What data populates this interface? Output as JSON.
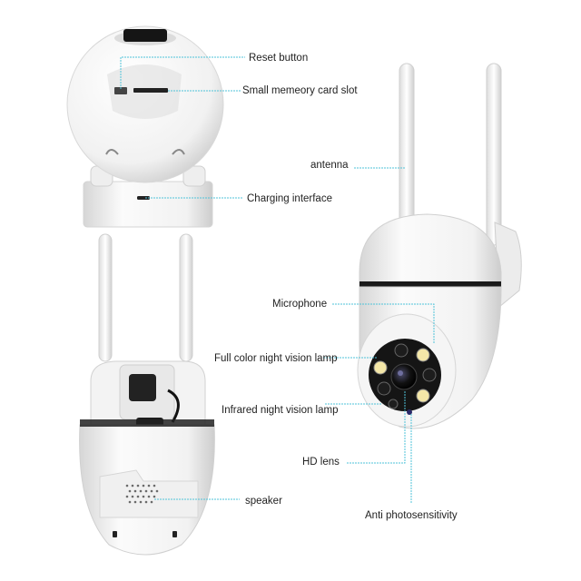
{
  "callouts": {
    "reset_button": "Reset button",
    "memory_card_slot": "Small memeory card slot",
    "charging_interface": "Charging interface",
    "antenna": "antenna",
    "microphone": "Microphone",
    "full_color_lamp": "Full color night vision lamp",
    "infrared_lamp": "Infrared night vision lamp",
    "hd_lens": "HD lens",
    "speaker": "speaker",
    "anti_photosensitivity": "Anti photosensitivity"
  },
  "colors": {
    "callout_line": "#4fc3d9",
    "body_white": "#f7f7f7",
    "body_shadow": "#d9d9d9",
    "lens_black": "#141414",
    "band_black": "#1a1a1a",
    "warm_led": "#f4e7a8",
    "ir_led": "#1d1d1d"
  }
}
